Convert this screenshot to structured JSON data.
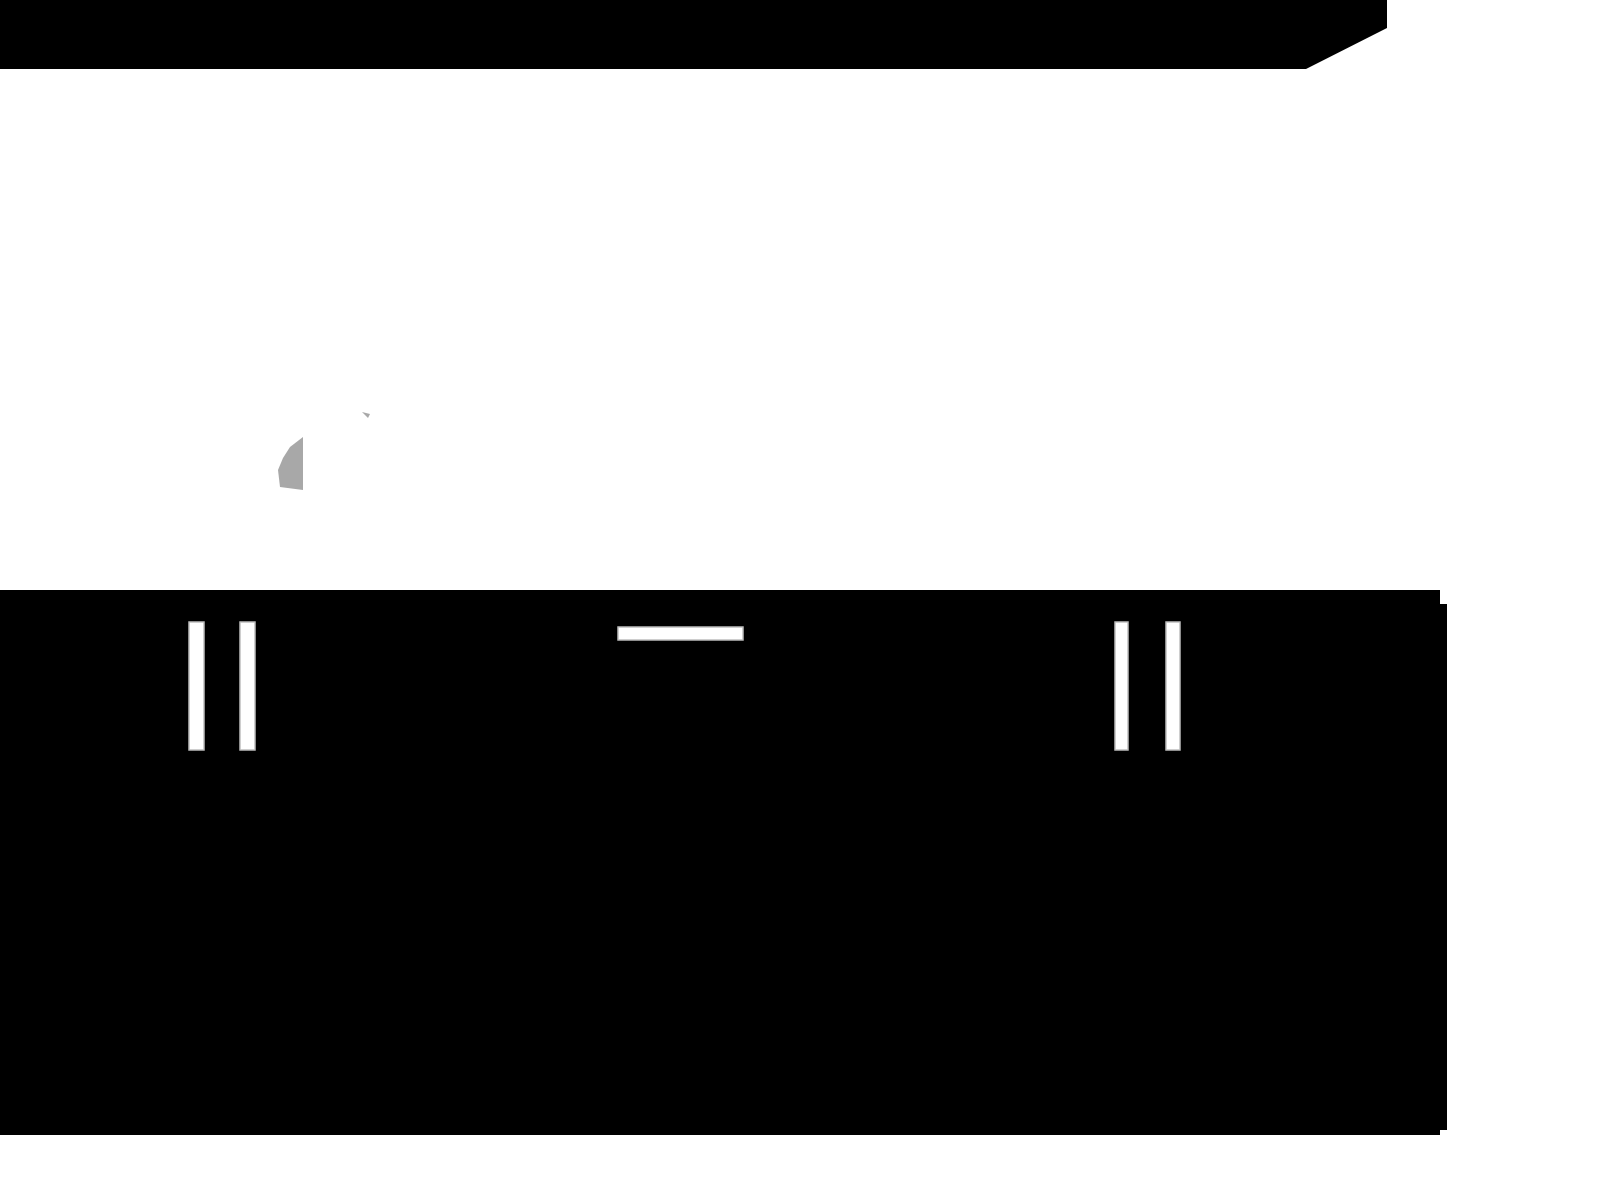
{
  "colors": {
    "background": "#ffffff",
    "furniture": "#000000",
    "handle": "#ffffff",
    "handle_shade": "#bdbdbd",
    "fragment": "#a8a8a8"
  },
  "objects": {
    "upper_cabinet": "black-silhouette",
    "sideboard": "black-silhouette",
    "handle_count": 5
  }
}
